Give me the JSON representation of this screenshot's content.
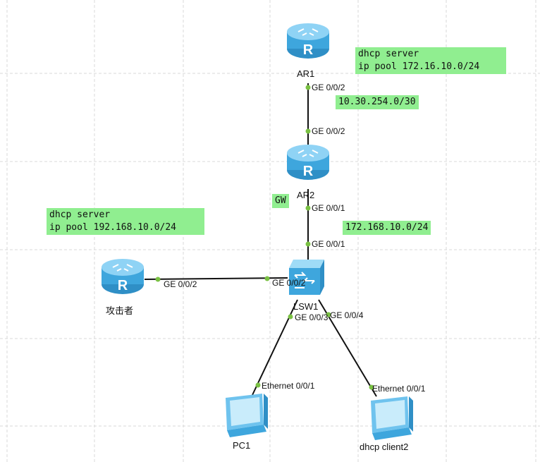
{
  "devices": {
    "ar1": {
      "name": "AR1",
      "icon": "router-icon"
    },
    "ar2": {
      "name": "AR2",
      "icon": "router-icon"
    },
    "attacker": {
      "name": "攻击者",
      "icon": "router-icon"
    },
    "lsw1": {
      "name": "LSW1",
      "icon": "switch-icon"
    },
    "pc1": {
      "name": "PC1",
      "icon": "pc-icon"
    },
    "client2": {
      "name": "dhcp client2",
      "icon": "pc-icon"
    }
  },
  "ports": {
    "ar1_ge002": "GE 0/0/2",
    "ar2_ge002": "GE 0/0/2",
    "ar2_ge001": "GE 0/0/1",
    "lsw1_ge001": "GE 0/0/1",
    "attacker_ge002": "GE 0/0/2",
    "lsw1_ge002": "GE 0/0/2",
    "lsw1_ge003": "GE 0/0/3",
    "lsw1_ge004": "GE 0/0/4",
    "pc1_eth": "Ethernet 0/0/1",
    "client2_eth": "Ethernet 0/0/1"
  },
  "notes": {
    "ar1_dhcp": "dhcp server\nip pool 172.16.10.0/24",
    "link_ar1_ar2": "10.30.254.0/30",
    "gw": "GW",
    "link_ar2_lsw1": "172.168.10.0/24",
    "attacker_dhcp": "dhcp server\nip pool 192.168.10.0/24"
  },
  "colors": {
    "router_body": "#4fb6e8",
    "port_dot": "#7ac143",
    "note_bg": "#90ee90"
  }
}
